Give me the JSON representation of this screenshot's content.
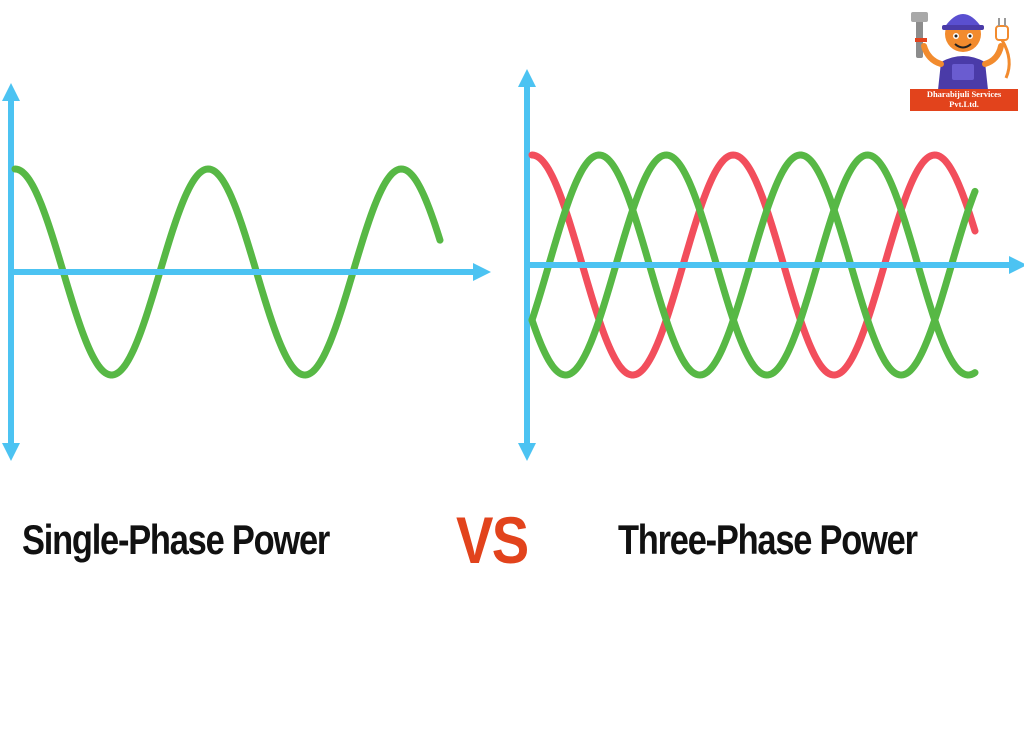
{
  "captions": {
    "single": "Single-Phase Power",
    "vs": "VS",
    "three": "Three-Phase Power"
  },
  "logo": {
    "line1": "Dharabijuli Services",
    "line2": "Pvt.Ltd.",
    "icon": "mascot-plumber-electrician-icon"
  },
  "colors": {
    "axis": "#4cc3f2",
    "wave_green": "#57b845",
    "wave_red": "#f24e5c",
    "text": "#111111",
    "vs": "#e2431c",
    "logo_banner": "#e2431c"
  },
  "waves": {
    "single": {
      "cycles": 2.2,
      "phases_deg": [
        90
      ]
    },
    "three": {
      "cycles": 2.2,
      "phases_deg": [
        0,
        -120,
        -240
      ]
    }
  }
}
